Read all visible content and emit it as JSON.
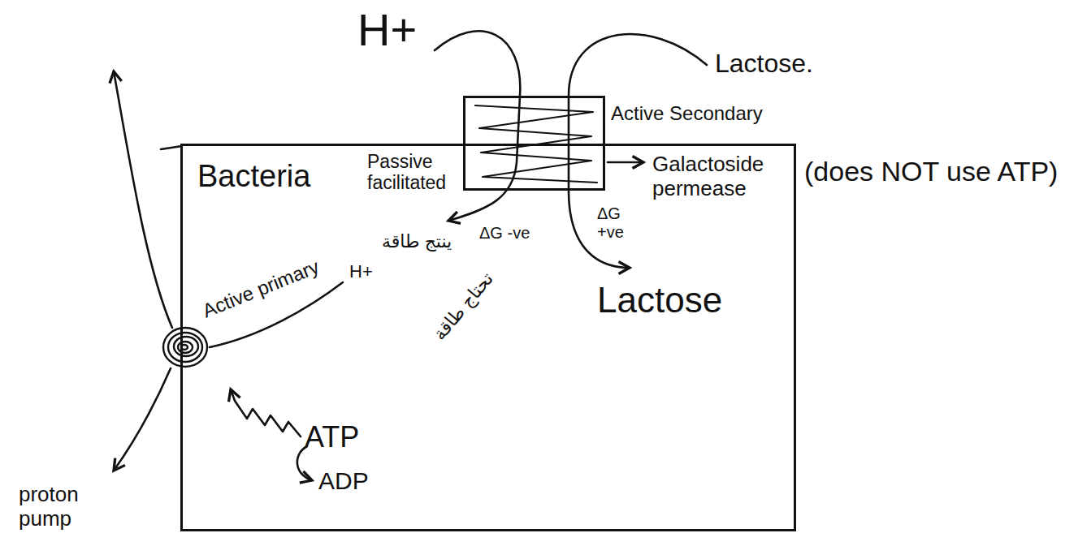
{
  "diagram": {
    "nodes": [
      {
        "text": [
          "Bacteria"
        ]
      },
      {
        "text": [
          "Galactoside permease"
        ]
      },
      {
        "text": [
          "proton pump"
        ]
      }
    ],
    "labels": [
      "H+",
      "Lactose.",
      "Active Secondary",
      "Passive facilitated",
      "ينتج طاقة",
      "ΔG -ve",
      "(does NOT use ATP)",
      "Active primary",
      "H+",
      "ΔG +ve",
      "تحتاج طاقة",
      "Lactose",
      "ATP",
      "ADP"
    ]
  }
}
